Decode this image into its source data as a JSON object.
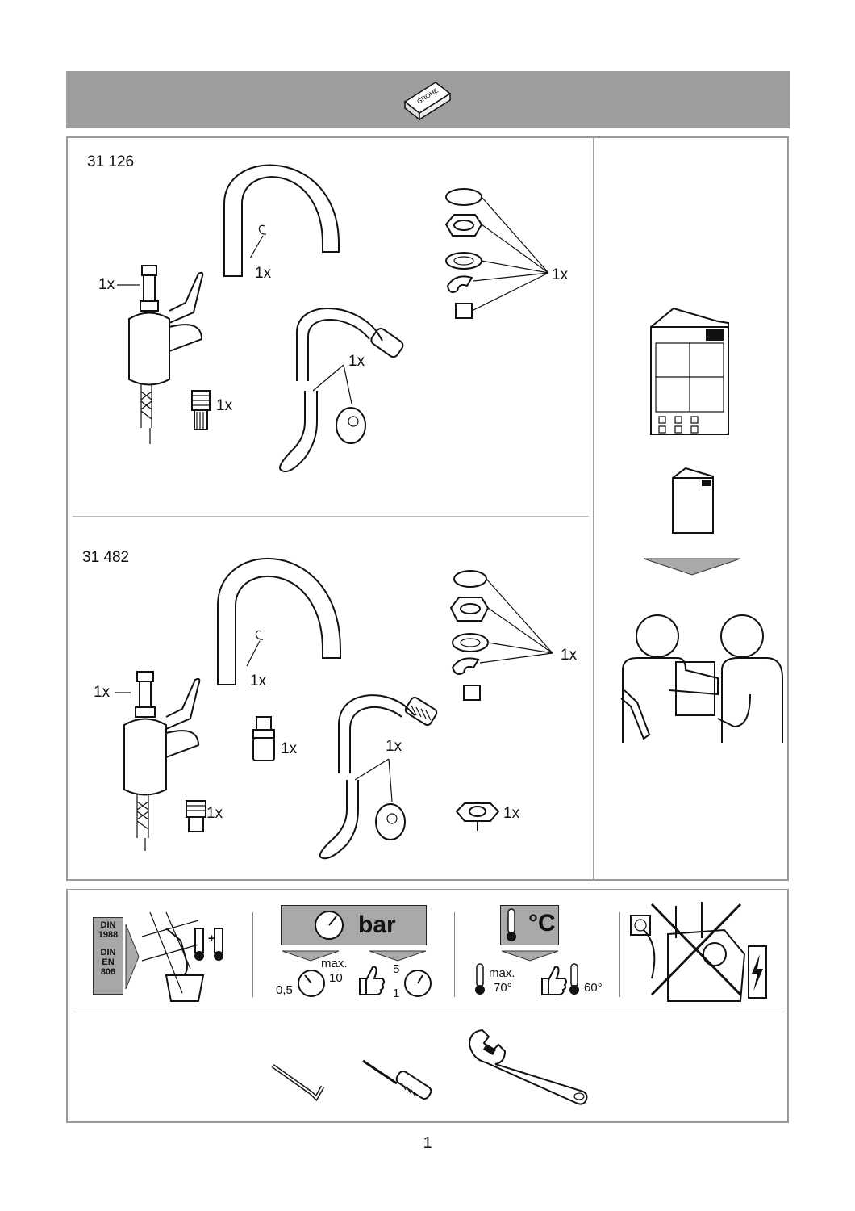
{
  "header": {
    "logo_text": "GROHE"
  },
  "section_1": {
    "model": "31 126",
    "qty_mixer": "1x",
    "qty_spout": "1x",
    "qty_seals": "1x",
    "qty_hose": "1x",
    "qty_connector": "1x"
  },
  "section_2": {
    "model": "31 482",
    "qty_mixer": "1x",
    "qty_spout": "1x",
    "qty_seals": "1x",
    "qty_hose": "1x",
    "qty_aerator": "1x",
    "qty_connector": "1x",
    "qty_bracket": "1x"
  },
  "standards": {
    "din_1": "DIN",
    "din_year": "1988",
    "din_2": "DIN",
    "en": "EN",
    "en_no": "806",
    "plus": "+"
  },
  "pressure": {
    "unit": "bar",
    "max_label": "max.",
    "max_value": "10",
    "min_value": "0,5",
    "rec_high": "5",
    "rec_low": "1"
  },
  "temperature": {
    "unit": "°C",
    "max_label": "max.",
    "max_value": "70°",
    "rec_value": "60°"
  },
  "page_number": "1"
}
